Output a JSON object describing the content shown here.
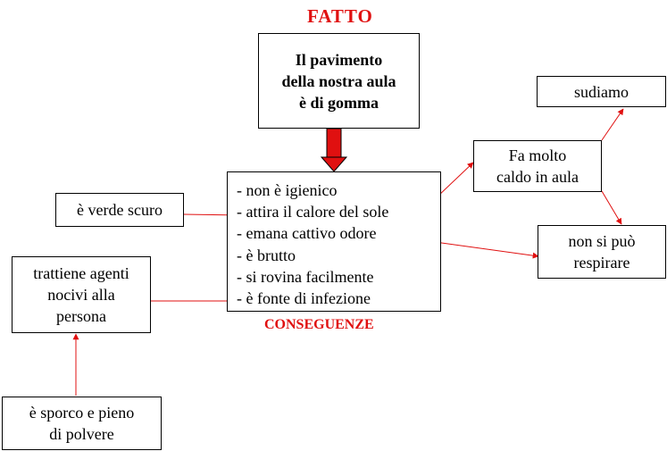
{
  "title": "FATTO",
  "subtitle": "CONSEGUENZE",
  "fatto": {
    "lines": [
      "Il pavimento",
      "della nostra aula",
      "è di gomma"
    ]
  },
  "conseguenze": {
    "items": [
      "- non è igienico",
      "- attira il calore del sole",
      "- emana cattivo odore",
      "- è brutto",
      "- si rovina facilmente",
      "- è fonte di infezione"
    ]
  },
  "verde": {
    "text": "è verde scuro"
  },
  "trattiene": {
    "lines": [
      "trattiene agenti",
      "nocivi alla",
      "persona"
    ]
  },
  "sporco": {
    "lines": [
      "è sporco e pieno",
      "di polvere"
    ]
  },
  "caldo": {
    "lines": [
      "Fa molto",
      "caldo in aula"
    ]
  },
  "sudiamo": {
    "text": "sudiamo"
  },
  "respirare": {
    "lines": [
      "non si può",
      "respirare"
    ]
  },
  "colors": {
    "accent": "#e01010",
    "border": "#000000",
    "link": "#e01010"
  }
}
